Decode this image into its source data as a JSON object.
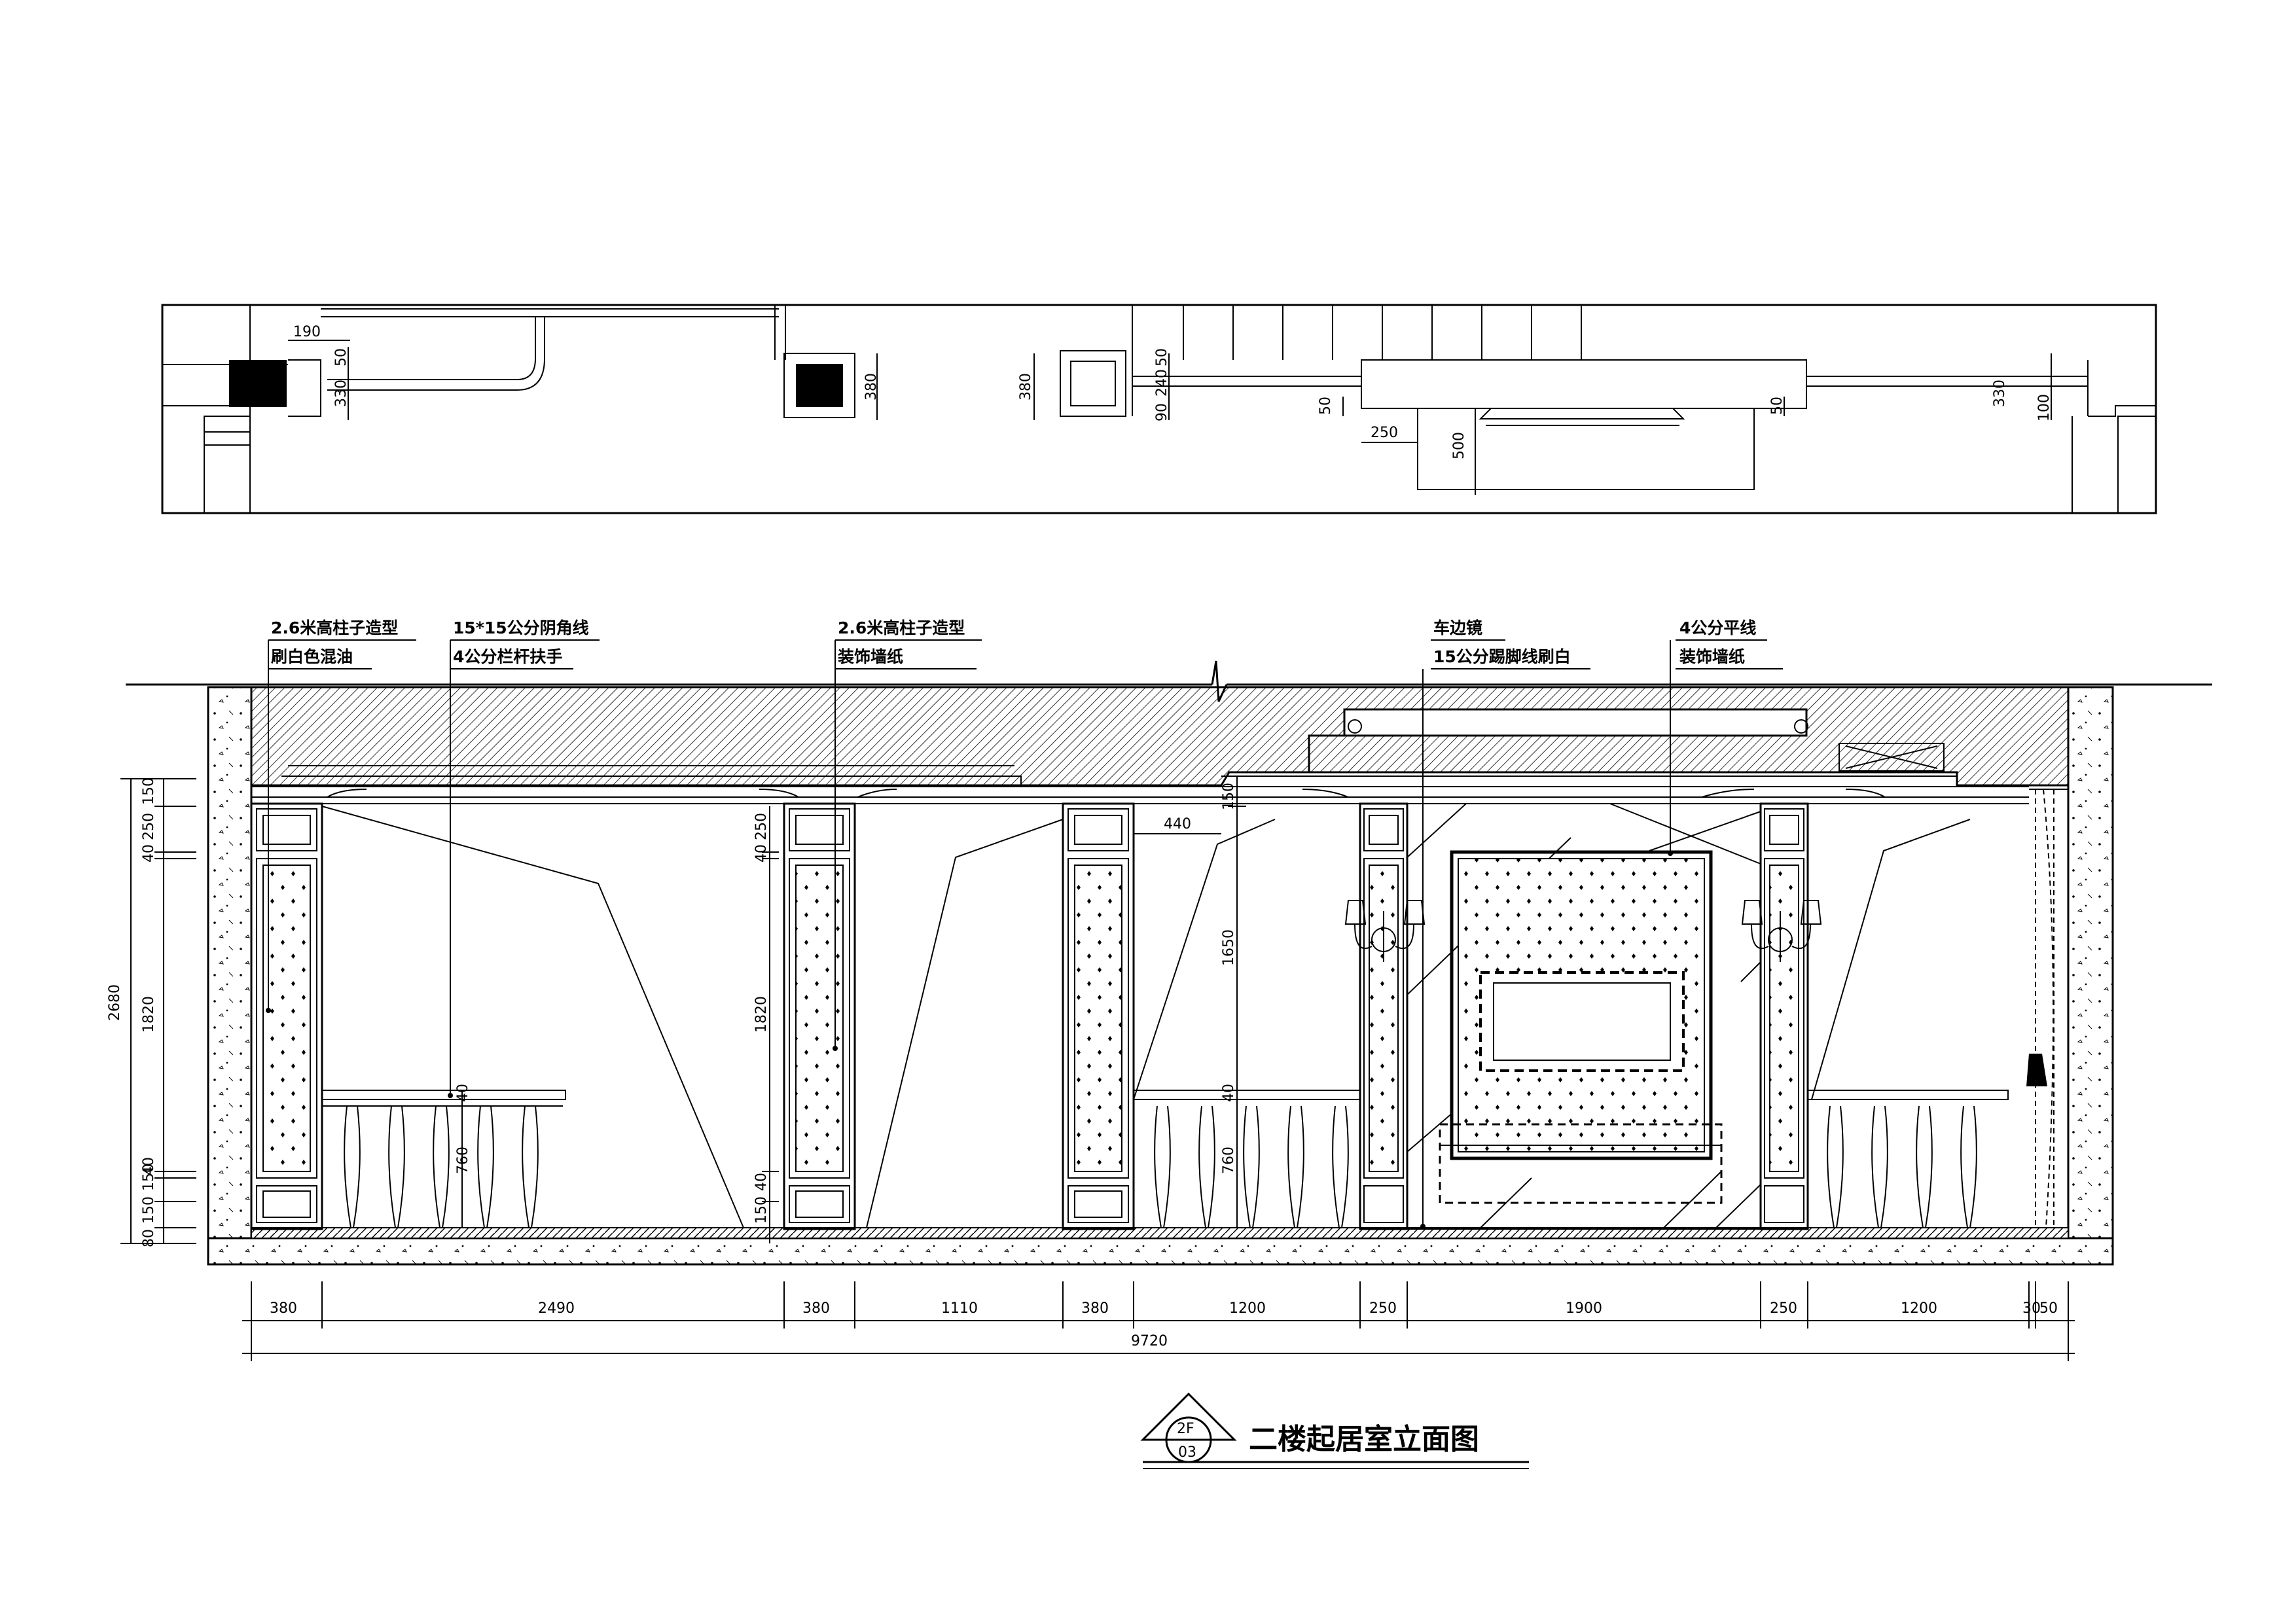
{
  "plan": {
    "dims": [
      "190",
      "50",
      "330",
      "380",
      "380",
      "50",
      "240",
      "90",
      "50",
      "250",
      "500",
      "50",
      "330",
      "100"
    ]
  },
  "annotations": {
    "col1_line1": "2.6米高柱子造型",
    "col1_line2": "刷白色混油",
    "col2_line1": "15*15公分阴角线",
    "col2_line2": "4公分栏杆扶手",
    "col3_line1": "2.6米高柱子造型",
    "col3_line2": "装饰墙纸",
    "col4_line1": "车边镜",
    "col4_line2": "15公分踢脚线刷白",
    "col5_line1": "4公分平线",
    "col5_line2": "装饰墙纸"
  },
  "elevation": {
    "vertical_dims_left": {
      "total": "2680",
      "top": "150",
      "a": "40",
      "b": "250",
      "middle": "1820",
      "c": "150",
      "d": "40",
      "e": "150",
      "f": "80"
    },
    "column2_dims": [
      "40",
      "250",
      "1820",
      "40",
      "150"
    ],
    "railing_dims": [
      "40",
      "760"
    ],
    "mid_dims": [
      "440",
      "150",
      "1650",
      "40",
      "760"
    ],
    "bottom_dims": [
      "380",
      "2490",
      "380",
      "1110",
      "380",
      "1200",
      "250",
      "1900",
      "250",
      "1200",
      "30",
      "50"
    ],
    "overall": "9720"
  },
  "title_block": {
    "index_top": "2F",
    "index_bottom": "03",
    "title": "二楼起居室立面图"
  }
}
